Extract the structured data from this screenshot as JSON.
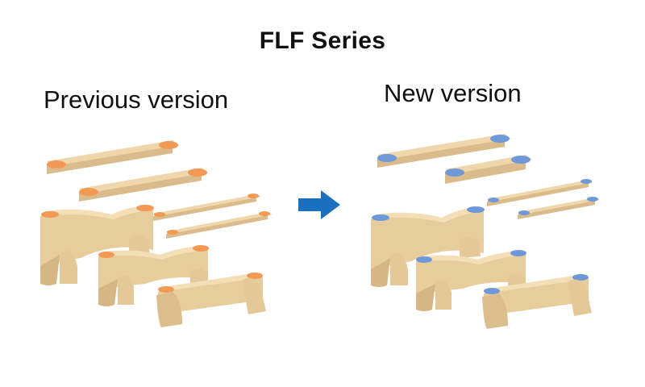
{
  "title": "FLF Series",
  "labels": {
    "previous": "Previous version",
    "new": "New version"
  },
  "colors": {
    "body": "#ecd2a4",
    "body_shade": "#d6b685",
    "pad_previous": "#f29a55",
    "pad_new": "#6f98d8",
    "arrow": "#1a6fbf"
  },
  "icons": {
    "arrow": "right-arrow-icon"
  }
}
